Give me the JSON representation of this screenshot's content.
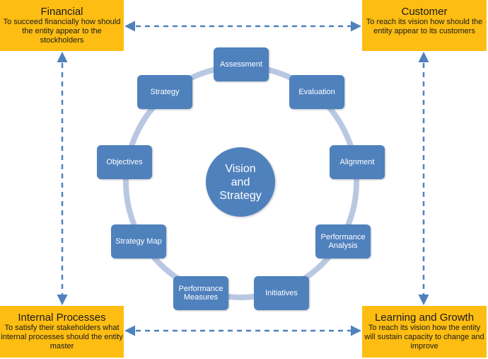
{
  "corners": {
    "financial": {
      "title": "Financial",
      "desc": "To succeed financially how should the entity appear to the stockholders"
    },
    "customer": {
      "title": "Customer",
      "desc": "To reach its vision how should the entity appear to its customers"
    },
    "internal": {
      "title": "Internal Processes",
      "desc": "To satisfy their stakeholders what internal processes should the entity master"
    },
    "learning": {
      "title": "Learning and Growth",
      "desc": "To reach its vision how the entity will sustain capacity to change and improve"
    }
  },
  "center": {
    "label": "Vision and Strategy"
  },
  "cycle": {
    "assessment": "Assessment",
    "evaluation": "Evaluation",
    "alignment": "Alignment",
    "performance_analysis": "Performance Analysis",
    "initiatives": "Initiatives",
    "performance_measures": "Performance Measures",
    "strategy_map": "Strategy Map",
    "objectives": "Objectives",
    "strategy": "Strategy"
  },
  "colors": {
    "corner_fill": "#fdbd12",
    "node_fill": "#4f81bd",
    "ring": "#b9c8e2",
    "arrow": "#4f81bd"
  }
}
